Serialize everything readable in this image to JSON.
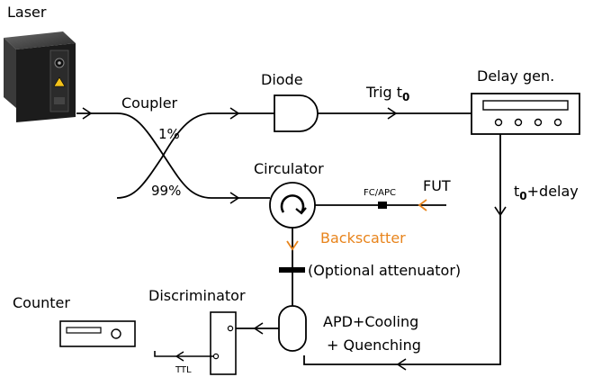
{
  "colors": {
    "line": "#000000",
    "accent": "#e8841c",
    "laser_body": "#1c1c1c",
    "laser_warning": "#f3c21a"
  },
  "labels": {
    "laser": "Laser",
    "coupler": "Coupler",
    "coupler_1pct": "1%",
    "coupler_99pct": "99%",
    "diode": "Diode",
    "trig_prefix": "Trig t",
    "trig_sub": "0",
    "delay_gen": "Delay gen.",
    "circulator": "Circulator",
    "fc_apc": "FC/APC",
    "fut": "FUT",
    "t0_prefix": "t",
    "t0_sub": "0",
    "t0_suffix": "+delay",
    "backscatter": "Backscatter",
    "attenuator": "(Optional attenuator)",
    "apd_line1": "APD+Cooling",
    "apd_line2": "+ Quenching",
    "discriminator": "Discriminator",
    "counter": "Counter",
    "ttl": "TTL"
  },
  "icons": {
    "laser": "laser-module-icon",
    "circulator": "circular-arrow-icon",
    "diode": "and-gate-shape-icon"
  }
}
